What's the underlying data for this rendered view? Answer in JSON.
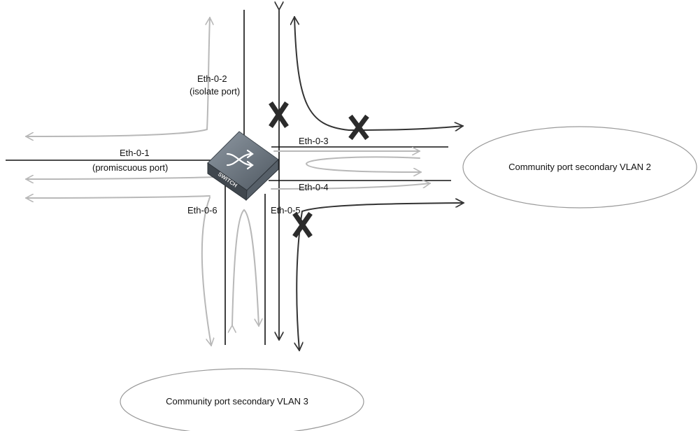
{
  "ports": {
    "eth02": {
      "name": "Eth-0-2",
      "role": "(isolate port)"
    },
    "eth01": {
      "name": "Eth-0-1",
      "role": "(promiscuous port)"
    },
    "eth03": {
      "name": "Eth-0-3"
    },
    "eth04": {
      "name": "Eth-0-4"
    },
    "eth05": {
      "name": "Eth-0-5"
    },
    "eth06": {
      "name": "Eth-0-6"
    }
  },
  "vlans": {
    "vlan2": "Community port secondary VLAN 2",
    "vlan3": "Community port secondary VLAN 3"
  },
  "switch": {
    "label": "SWITCH",
    "icon": "switch-icon"
  },
  "colors": {
    "line": "#111111",
    "gray_arrow": "#b8b8b8",
    "dark_arrow": "#333333",
    "block_mark": "#2b2b2b",
    "switch_body": "#5d6670"
  }
}
